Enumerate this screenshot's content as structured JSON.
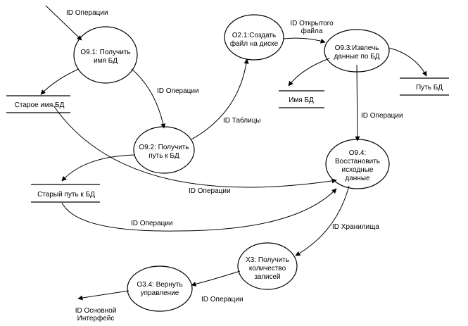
{
  "processes": [
    {
      "id": "p91",
      "lines": [
        "O9.1: Получить",
        "имя БД"
      ]
    },
    {
      "id": "p92",
      "lines": [
        "O9.2: Получить",
        "путь к БД"
      ]
    },
    {
      "id": "p21",
      "lines": [
        "O2.1:Создать",
        "файл на диске"
      ]
    },
    {
      "id": "p93",
      "lines": [
        "O9.3:Извлечь",
        "данные по БД"
      ]
    },
    {
      "id": "p94",
      "lines": [
        "O9.4:",
        "Восстановить",
        "исходные",
        "данные"
      ]
    },
    {
      "id": "px3",
      "lines": [
        "X3: Получить",
        "количество",
        "записей"
      ]
    },
    {
      "id": "p34",
      "lines": [
        "O3.4: Вернуть",
        "управление"
      ]
    }
  ],
  "stores": [
    {
      "id": "s_old_name",
      "label": "Старое имя БД"
    },
    {
      "id": "s_old_path",
      "label": "Старый путь к БД"
    },
    {
      "id": "s_name",
      "label": "Имя БД"
    },
    {
      "id": "s_path",
      "label": "Путь БД"
    }
  ],
  "flow_labels": [
    {
      "id": "f1",
      "lines": [
        "ID Операции"
      ]
    },
    {
      "id": "f2",
      "lines": [
        "ID Операции"
      ]
    },
    {
      "id": "f3",
      "lines": [
        "ID Таблицы"
      ]
    },
    {
      "id": "f4",
      "lines": [
        "ID Открытого",
        "файла"
      ]
    },
    {
      "id": "f5",
      "lines": [
        "ID Операции"
      ]
    },
    {
      "id": "f6",
      "lines": [
        "ID Операции"
      ]
    },
    {
      "id": "f7",
      "lines": [
        "ID Операции"
      ]
    },
    {
      "id": "f8",
      "lines": [
        "ID Хранилища"
      ]
    },
    {
      "id": "f9",
      "lines": [
        "ID Операции"
      ]
    },
    {
      "id": "f10",
      "lines": [
        "ID Основной",
        "Интерфейс"
      ]
    }
  ]
}
